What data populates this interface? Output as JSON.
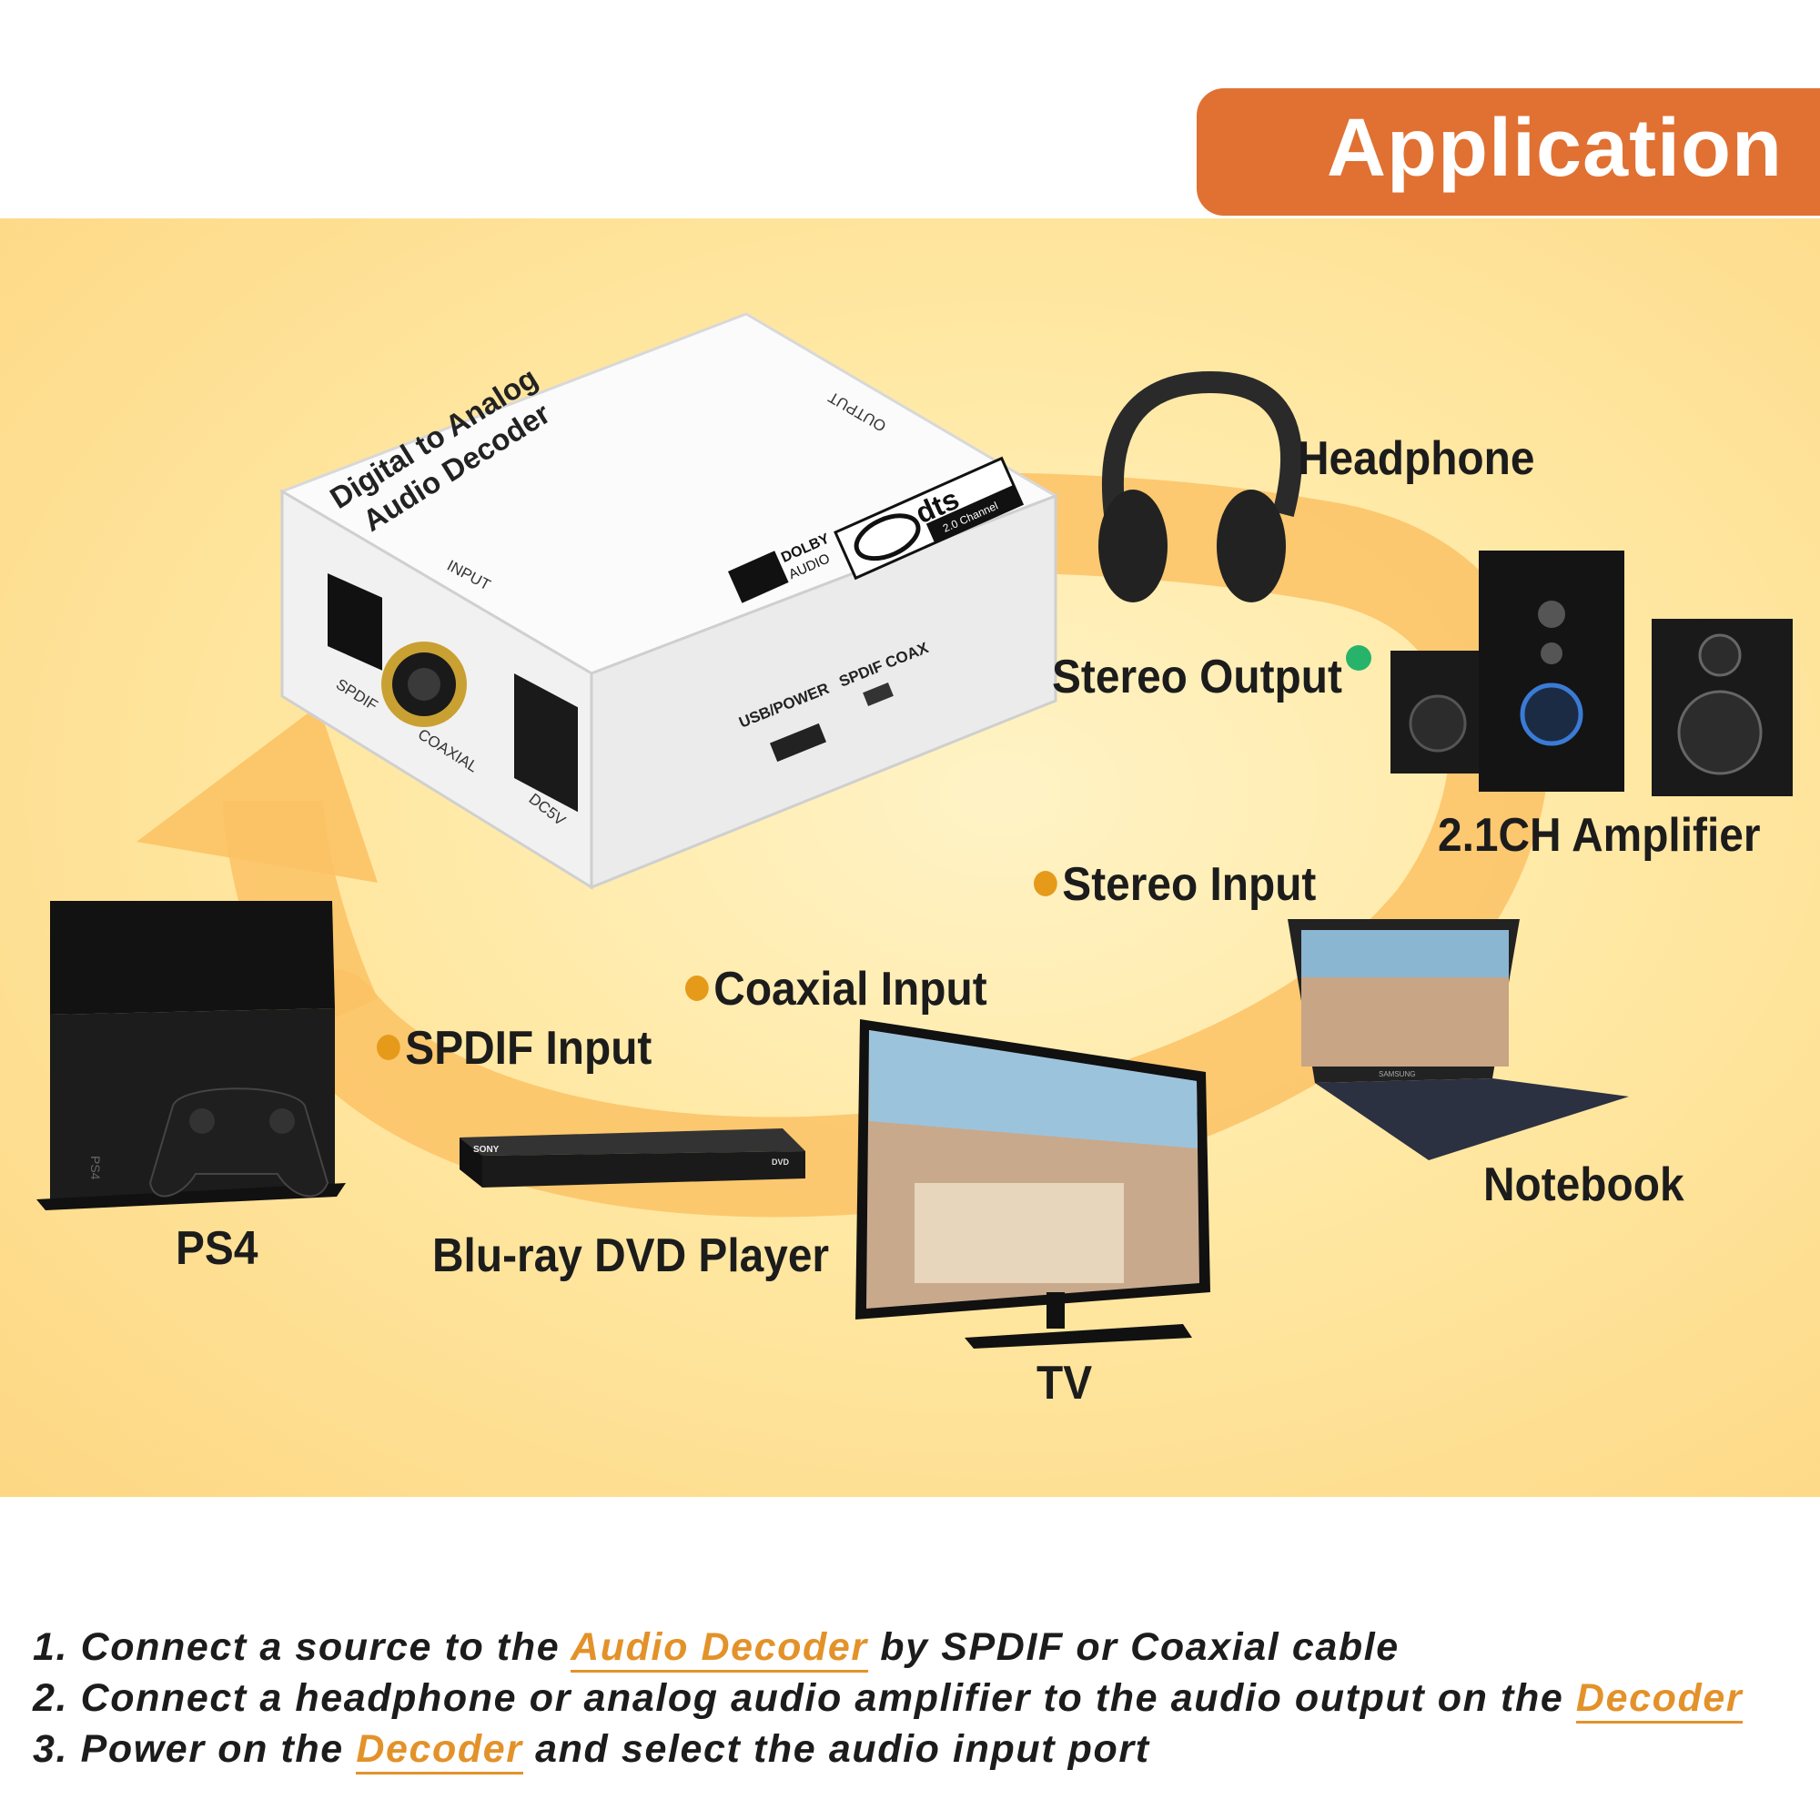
{
  "header": {
    "title": "Application"
  },
  "decoder": {
    "title_line1": "Digital to Analog",
    "title_line2": "Audio Decoder",
    "input_label": "INPUT",
    "output_label": "OUTPUT",
    "spdif_label": "SPDIF",
    "coaxial_label": "COAXIAL",
    "dc_label": "DC5V",
    "usb_label": "USB/POWER",
    "switch_label": "SPDIF COAX",
    "dolby_top": "DOLBY",
    "dolby_bottom": "AUDIO",
    "dts_logo": "dts",
    "dts_sub": "2.0 Channel"
  },
  "devices": {
    "headphone": "Headphone",
    "amplifier": "2.1CH Amplifier",
    "notebook": "Notebook",
    "tv": "TV",
    "dvd": "Blu-ray DVD Player",
    "ps4": "PS4",
    "ps4_text": "PS4",
    "sony_text": "SONY",
    "dvd_badge": "DVD",
    "laptop_brand": "SAMSUNG"
  },
  "connections": {
    "stereo_output": "Stereo Output",
    "stereo_input": "Stereo Input",
    "coaxial_input": "Coaxial Input",
    "spdif_input": "SPDIF Input"
  },
  "colors": {
    "accent_orange": "#e07132",
    "dot_orange": "#e69a1a",
    "dot_green": "#27b46a",
    "highlight": "#e3922a"
  },
  "steps": {
    "s1": {
      "prefix": "1. Connect a source to the ",
      "link": "Audio Decoder",
      "suffix": " by SPDIF or Coaxial cable"
    },
    "s2": {
      "prefix": "2. Connect a headphone or analog audio amplifier to the audio output on the ",
      "link": "Decoder",
      "suffix": ""
    },
    "s3": {
      "prefix": "3. Power on the ",
      "link": "Decoder",
      "suffix": " and select the audio input port"
    }
  }
}
